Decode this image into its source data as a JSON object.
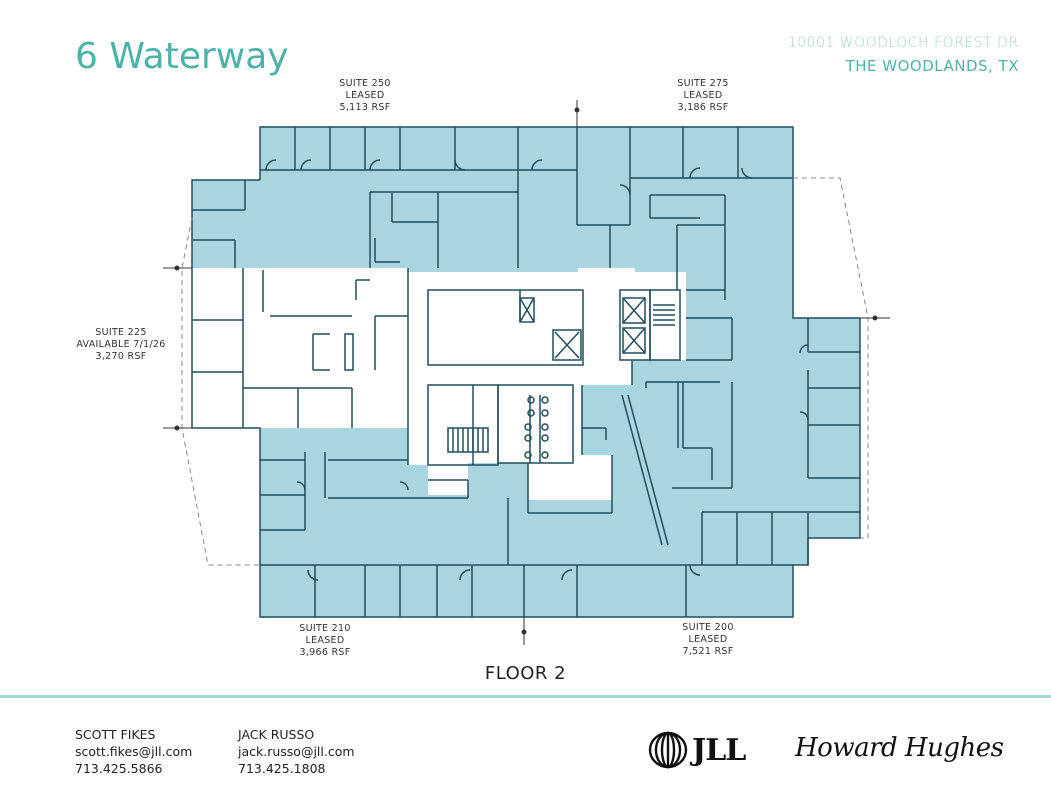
{
  "header": {
    "title": "6 Waterway",
    "address_line1": "10001 WOODLOCH FOREST DR.",
    "address_line2": "THE WOODLANDS, TX"
  },
  "suites": [
    {
      "id": "suite-250",
      "name": "SUITE 250",
      "status": "LEASED",
      "area": "5,113 RSF"
    },
    {
      "id": "suite-275",
      "name": "SUITE 275",
      "status": "LEASED",
      "area": "3,186 RSF"
    },
    {
      "id": "suite-225",
      "name": "SUITE 225",
      "status": "AVAILABLE 7/1/26",
      "area": "3,270 RSF"
    },
    {
      "id": "suite-210",
      "name": "SUITE 210",
      "status": "LEASED",
      "area": "3,966 RSF"
    },
    {
      "id": "suite-200",
      "name": "SUITE 200",
      "status": "LEASED",
      "area": "7,521 RSF"
    }
  ],
  "floor_label": "FLOOR 2",
  "colors": {
    "accent": "#4db3a8",
    "accent_light": "#9fd3cc",
    "leased_fill": "#a8d5df",
    "wall": "#1f4f5e",
    "divider": "#a7d8d3"
  },
  "contacts": [
    {
      "name": "SCOTT FIKES",
      "email": "scott.fikes@jll.com",
      "phone": "713.425.5866"
    },
    {
      "name": "JACK RUSSO",
      "email": "jack.russo@jll.com",
      "phone": "713.425.1808"
    }
  ],
  "logos": {
    "jll": "JLL",
    "howard_hughes": "Howard Hughes"
  }
}
